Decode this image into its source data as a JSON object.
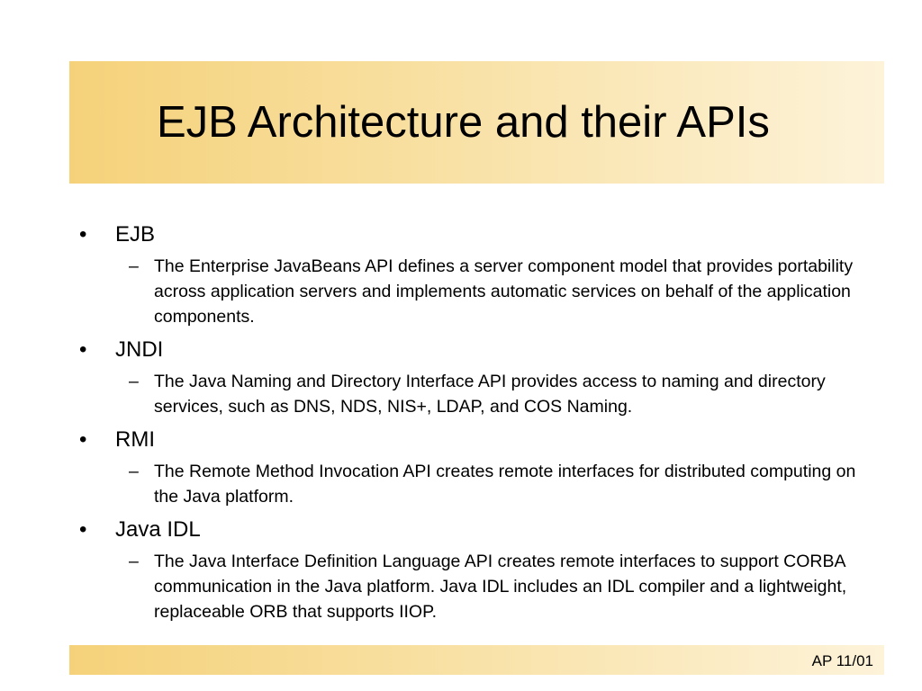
{
  "slide": {
    "title": "EJB Architecture and their APIs",
    "footer": "AP 11/01",
    "bullet_marker": "•",
    "sub_marker": "–",
    "colors": {
      "banner_start": "#f5d27a",
      "banner_end": "#fdf3d9",
      "text": "#000000"
    }
  },
  "bullets": [
    {
      "label": "EJB",
      "detail": "The Enterprise JavaBeans API defines a server component model that provides portability across application servers and implements automatic services on behalf of the application components."
    },
    {
      "label": "JNDI",
      "detail": "The Java Naming and Directory Interface API provides access to naming and directory services, such as DNS, NDS, NIS+, LDAP, and COS Naming."
    },
    {
      "label": "RMI",
      "detail": "The Remote Method Invocation API creates remote interfaces for distributed computing on the Java platform."
    },
    {
      "label": "Java IDL",
      "detail": "The Java Interface Definition Language API creates remote interfaces to support CORBA communication in the Java platform. Java IDL includes an IDL compiler and a lightweight, replaceable ORB that supports IIOP."
    }
  ]
}
